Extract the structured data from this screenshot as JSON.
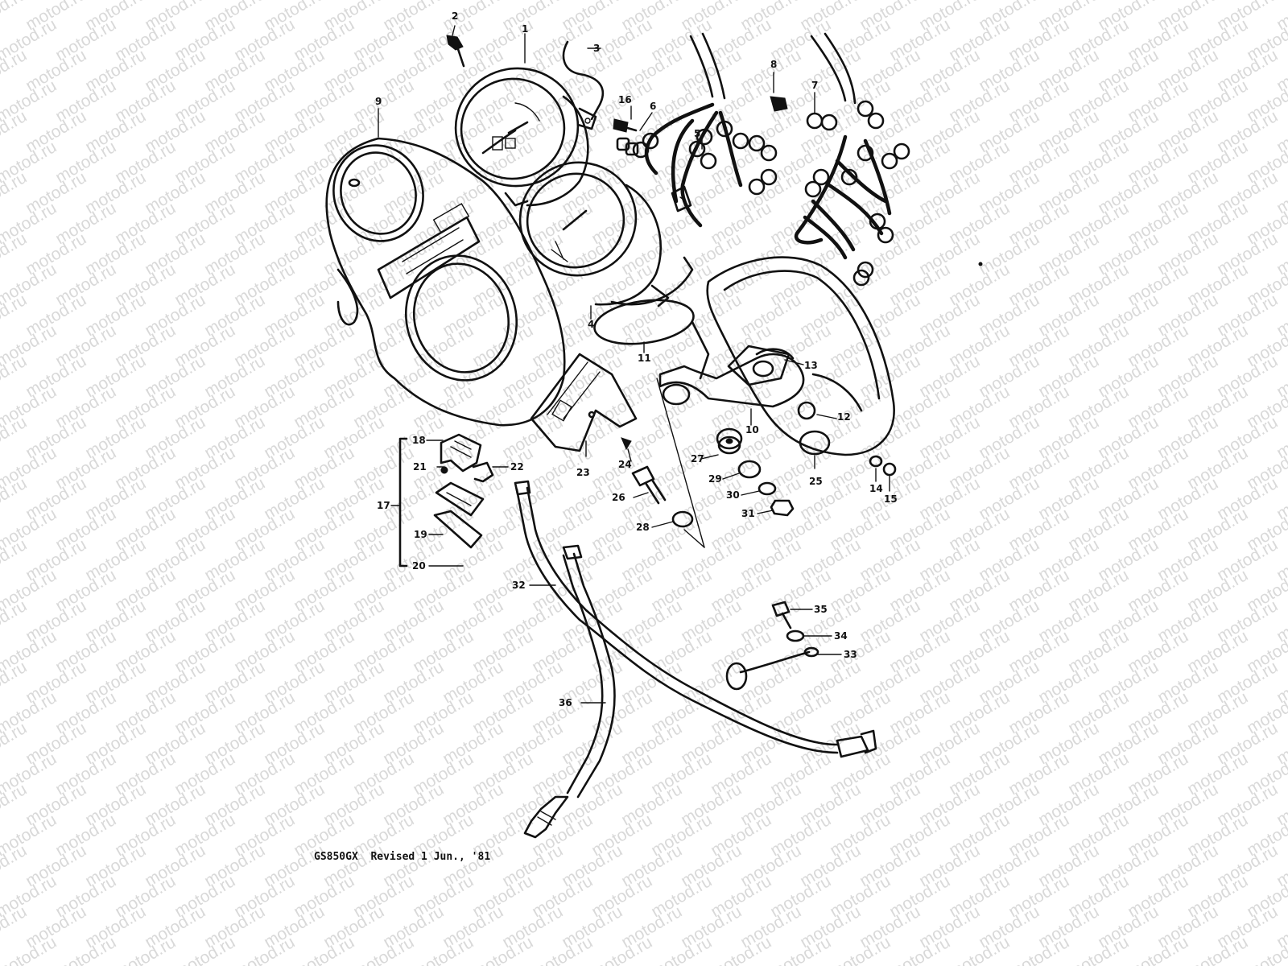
{
  "watermark": {
    "text": "motod.ru",
    "color": "#d9d9d9"
  },
  "caption": "GS850GX  Revised 1 Jun., '81",
  "callouts": [
    "1",
    "2",
    "3",
    "4",
    "5",
    "6",
    "7",
    "8",
    "9",
    "10",
    "11",
    "12",
    "13",
    "14",
    "15",
    "16",
    "17",
    "18",
    "19",
    "20",
    "21",
    "22",
    "23",
    "24",
    "25",
    "26",
    "27",
    "28",
    "29",
    "30",
    "31",
    "32",
    "33",
    "34",
    "35",
    "36"
  ],
  "colors": {
    "ink": "#111111",
    "paper": "#ffffff"
  }
}
